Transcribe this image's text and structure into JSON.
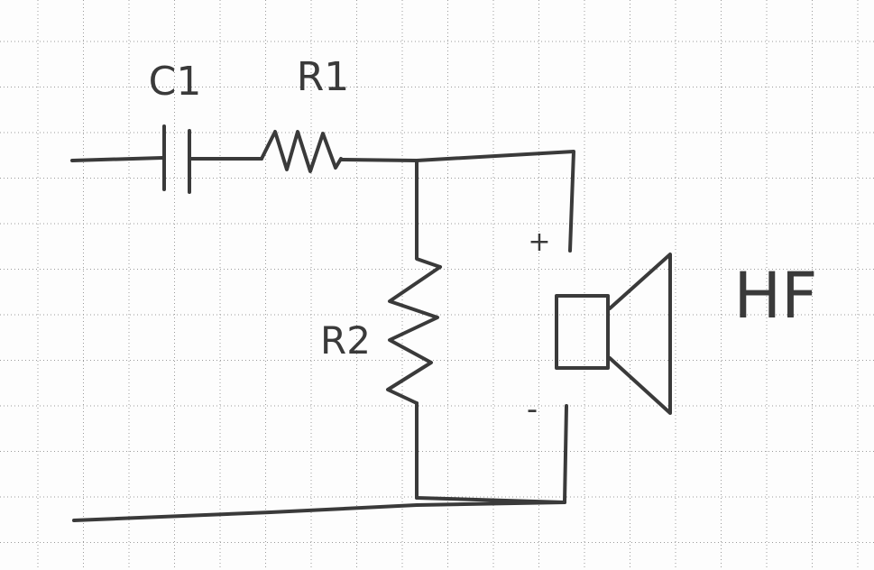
{
  "labels": {
    "c1": "C1",
    "r1": "R1",
    "r2": "R2",
    "hf": "HF",
    "plus": "+",
    "minus": "-"
  },
  "colors": {
    "ink": "#3a3a3a",
    "paper": "#fdfdfd",
    "grid": "#9a9a9a"
  },
  "icons": {
    "speaker": "speaker-icon"
  }
}
